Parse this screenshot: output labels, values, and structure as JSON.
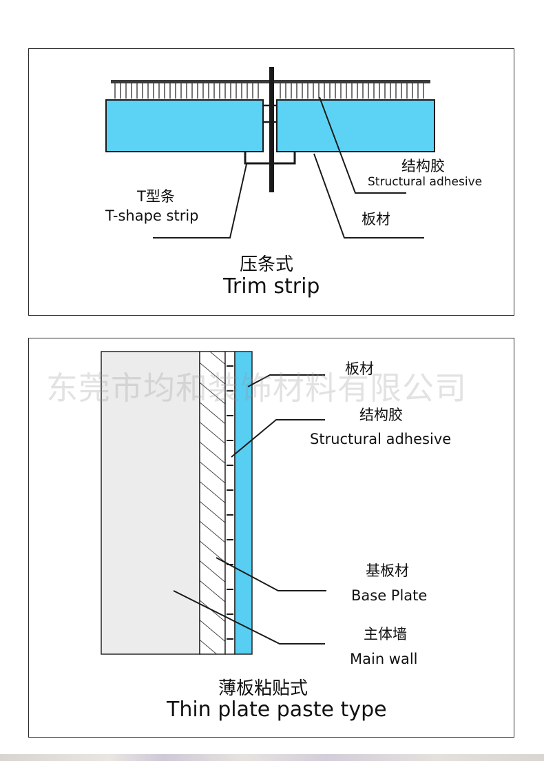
{
  "colors": {
    "panel_blue": "#5cd3f5",
    "adhesive_blue": "#58cef3",
    "wall_gray": "#ececec",
    "line": "#1a1a1a"
  },
  "panel1": {
    "label_adhesive_zh": "结构胶",
    "label_adhesive_en": "Structural adhesive",
    "label_tstrip_zh": "T型条",
    "label_tstrip_en": "T-shape strip",
    "label_board_zh": "板材",
    "title_zh": "压条式",
    "title_en": "Trim strip"
  },
  "panel2": {
    "label_board_zh": "板材",
    "label_adhesive_zh": "结构胶",
    "label_adhesive_en": "Structural adhesive",
    "label_base_zh": "基板材",
    "label_base_en": "Base Plate",
    "label_wall_zh": "主体墙",
    "label_wall_en": "Main wall",
    "title_zh": "薄板粘贴式",
    "title_en": "Thin plate paste type"
  },
  "watermark": "东莞市均和装饰材料有限公司"
}
